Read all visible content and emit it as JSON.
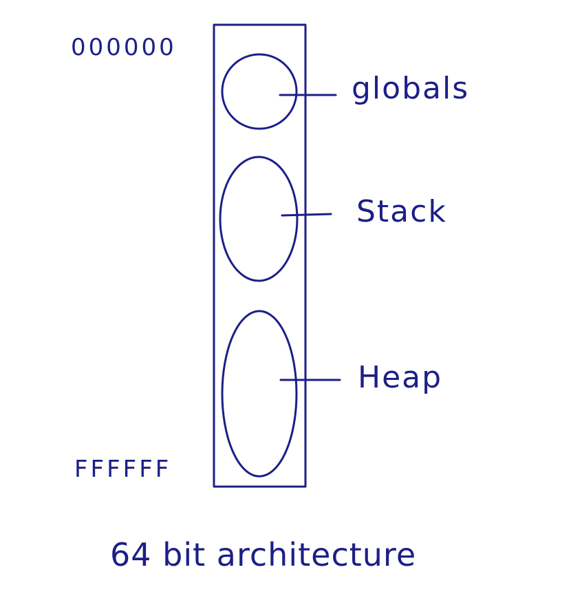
{
  "addresses": {
    "start": "000000",
    "end": "FFFFFF"
  },
  "segments": [
    {
      "label": "globals"
    },
    {
      "label": "Stack"
    },
    {
      "label": "Heap"
    }
  ],
  "caption": "64 bit architecture",
  "colors": {
    "ink": "#1c1f86",
    "background": "#ffffff"
  }
}
